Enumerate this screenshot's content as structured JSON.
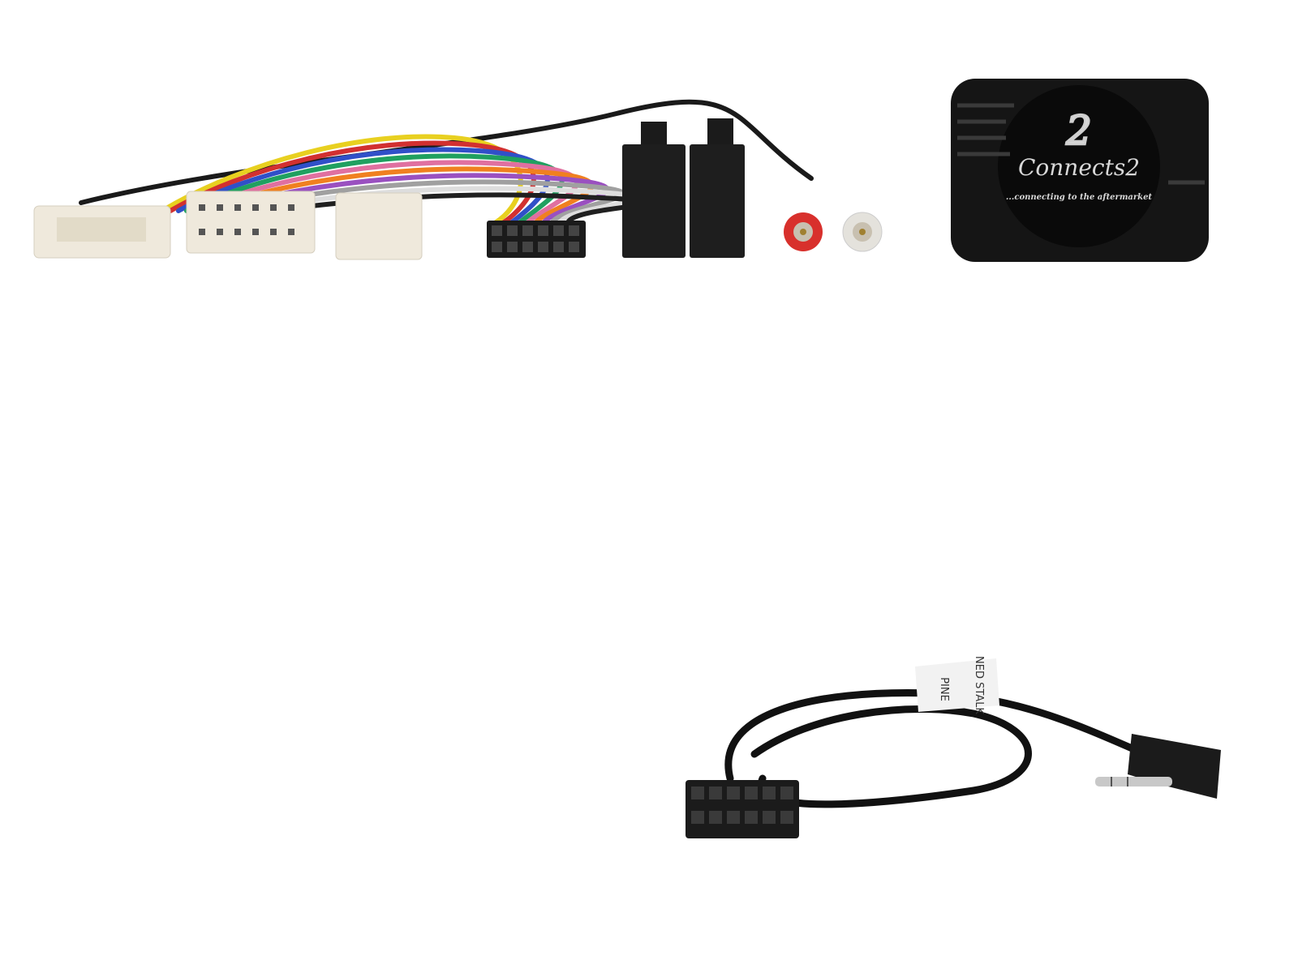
{
  "product": {
    "module": {
      "brand_logo": "Connects2",
      "brand_mark": "2",
      "tagline": "...connecting to the aftermarket"
    },
    "cable_label": {
      "line1": "PINE",
      "line2": "NED STALK"
    },
    "colors": {
      "background": "#ffffff",
      "module_body": "#151515",
      "connector_white": "#efe9dc",
      "connector_black": "#1b1b1b",
      "rca_red": "#d8302c",
      "rca_white": "#e4e2dc",
      "cable": "#111111"
    },
    "wire_colors": [
      "#e8d020",
      "#d23030",
      "#3050c8",
      "#20a060",
      "#e070a0",
      "#f08020",
      "#9a50c0",
      "#a0a0a0",
      "#ffffff",
      "#202020"
    ]
  }
}
